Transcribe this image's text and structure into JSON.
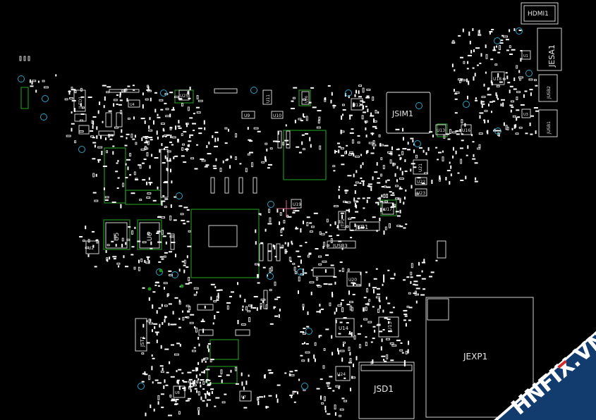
{
  "board": {
    "background": "#000000",
    "silkscreen_color": "#e8e8e8",
    "keepout_color": "#1b7a1b",
    "hole_color": "#2aa3c9",
    "accent_red": "#d42a2a"
  },
  "labels": {
    "hdmi1": "HDMI1",
    "jesa1": "JESA1",
    "jusb2": "JUSB2",
    "jusb1": "JUSB1",
    "jsim1": "JSIM1",
    "jexp1": "JEXP1",
    "jsd1": "JSD1",
    "jkb1": "JKB1",
    "jtp1": "JTP1",
    "jusb3": "JUSB3",
    "jst1": "JST1",
    "jled1": "JLED1",
    "u1": "U1",
    "u2": "U2",
    "u3": "U3",
    "u4": "U4",
    "u5": "U5",
    "u6": "U6",
    "u7": "U7",
    "u8": "U8",
    "u9": "U9",
    "u10": "U10",
    "u11": "U11",
    "u12": "U12",
    "u13": "U13",
    "u14": "U14",
    "u15": "U15",
    "u16": "U16",
    "u17": "U17",
    "u18": "U18",
    "u19": "U19",
    "u20": "U20",
    "u21": "U21",
    "u22": "U22",
    "u23": "U23",
    "u24": "U24",
    "u25": "U25",
    "u26": "U26"
  },
  "watermark": {
    "text": "HNFIX.VN"
  }
}
